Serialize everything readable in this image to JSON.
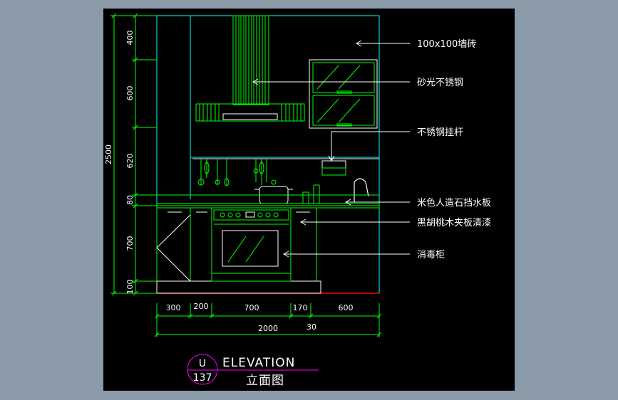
{
  "drawing": {
    "vertical_dims": [
      "400",
      "600",
      "620",
      "80",
      "700",
      "100"
    ],
    "total_height": "2500",
    "horizontal_dims": [
      "300",
      "200",
      "700",
      "170",
      "600"
    ],
    "total_width": "2000",
    "extra_dim": "30",
    "annotations": [
      "100x100墙砖",
      "砂光不锈钢",
      "不锈钢挂杆",
      "米色人造石挡水板",
      "黑胡桃木夹板清漆",
      "消毒柜"
    ],
    "title_block": {
      "symbol_top": "U",
      "symbol_bottom": "137",
      "title_en": "ELEVATION",
      "title_cn": "立面图"
    }
  },
  "colors": {
    "background": "#000000",
    "outer": "#8a9aa8",
    "cyan": "#00ffff",
    "green": "#00ff00",
    "red": "#ff0000",
    "white": "#ffffff",
    "magenta": "#ff00ff"
  }
}
